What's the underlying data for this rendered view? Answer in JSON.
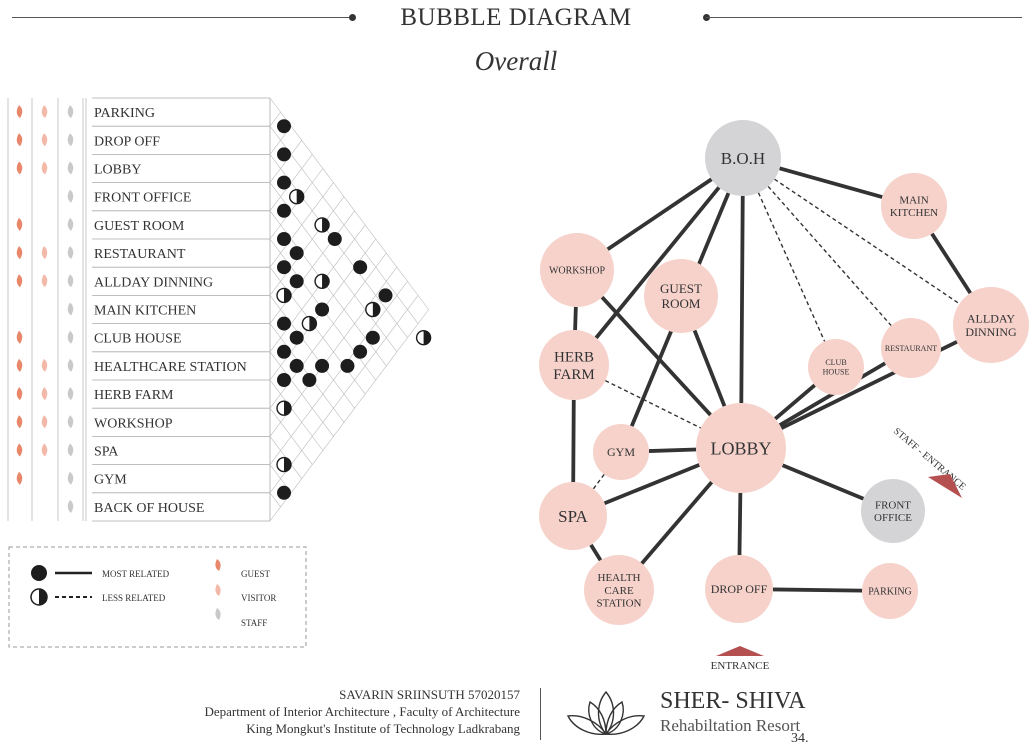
{
  "header": {
    "title": "BUBBLE DIAGRAM",
    "subtitle": "Overall"
  },
  "matrix": {
    "rows": [
      {
        "label": "PARKING",
        "guest": true,
        "visitor": true,
        "staff": true
      },
      {
        "label": "DROP OFF",
        "guest": true,
        "visitor": true,
        "staff": true
      },
      {
        "label": "LOBBY",
        "guest": true,
        "visitor": true,
        "staff": true
      },
      {
        "label": "FRONT OFFICE",
        "guest": false,
        "visitor": false,
        "staff": true
      },
      {
        "label": "GUEST ROOM",
        "guest": true,
        "visitor": false,
        "staff": true
      },
      {
        "label": "RESTAURANT",
        "guest": true,
        "visitor": true,
        "staff": true
      },
      {
        "label": "ALLDAY DINNING",
        "guest": true,
        "visitor": true,
        "staff": true
      },
      {
        "label": "MAIN KITCHEN",
        "guest": false,
        "visitor": false,
        "staff": true
      },
      {
        "label": "CLUB HOUSE",
        "guest": true,
        "visitor": false,
        "staff": true
      },
      {
        "label": "HEALTHCARE STATION",
        "guest": true,
        "visitor": true,
        "staff": true
      },
      {
        "label": "HERB FARM",
        "guest": true,
        "visitor": true,
        "staff": true
      },
      {
        "label": "WORKSHOP",
        "guest": true,
        "visitor": true,
        "staff": true
      },
      {
        "label": "SPA",
        "guest": true,
        "visitor": true,
        "staff": true
      },
      {
        "label": "GYM",
        "guest": true,
        "visitor": false,
        "staff": true
      },
      {
        "label": "BACK OF HOUSE",
        "guest": false,
        "visitor": false,
        "staff": true
      }
    ],
    "relations": [
      {
        "a": 0,
        "b": 1,
        "type": "most"
      },
      {
        "a": 1,
        "b": 2,
        "type": "most"
      },
      {
        "a": 2,
        "b": 3,
        "type": "most"
      },
      {
        "a": 2,
        "b": 4,
        "type": "less"
      },
      {
        "a": 3,
        "b": 4,
        "type": "most"
      },
      {
        "a": 4,
        "b": 5,
        "type": "most"
      },
      {
        "a": 2,
        "b": 6,
        "type": "less"
      },
      {
        "a": 4,
        "b": 6,
        "type": "most"
      },
      {
        "a": 2,
        "b": 7,
        "type": "most"
      },
      {
        "a": 5,
        "b": 6,
        "type": "most"
      },
      {
        "a": 4,
        "b": 8,
        "type": "less"
      },
      {
        "a": 5,
        "b": 7,
        "type": "most"
      },
      {
        "a": 6,
        "b": 7,
        "type": "less"
      },
      {
        "a": 7,
        "b": 8,
        "type": "most"
      },
      {
        "a": 2,
        "b": 9,
        "type": "most"
      },
      {
        "a": 5,
        "b": 9,
        "type": "most"
      },
      {
        "a": 6,
        "b": 9,
        "type": "less"
      },
      {
        "a": 7,
        "b": 9,
        "type": "most"
      },
      {
        "a": 8,
        "b": 9,
        "type": "most"
      },
      {
        "a": 9,
        "b": 10,
        "type": "most"
      },
      {
        "a": 2,
        "b": 11,
        "type": "most"
      },
      {
        "a": 7,
        "b": 11,
        "type": "most"
      },
      {
        "a": 8,
        "b": 11,
        "type": "most"
      },
      {
        "a": 10,
        "b": 11,
        "type": "less"
      },
      {
        "a": 5,
        "b": 12,
        "type": "most"
      },
      {
        "a": 6,
        "b": 12,
        "type": "most"
      },
      {
        "a": 2,
        "b": 14,
        "type": "less"
      },
      {
        "a": 4,
        "b": 12,
        "type": "most"
      },
      {
        "a": 3,
        "b": 11,
        "type": "less"
      },
      {
        "a": 8,
        "b": 10,
        "type": "most"
      },
      {
        "a": 12,
        "b": 13,
        "type": "less"
      },
      {
        "a": 13,
        "b": 14,
        "type": "most"
      }
    ]
  },
  "legend": {
    "most": "MOST RELATED",
    "less": "LESS RELATED",
    "guest": "GUEST",
    "visitor": "VISITOR",
    "staff": "STAFF"
  },
  "diagram": {
    "nodes": [
      {
        "id": "boh",
        "lines": [
          "B.O.H"
        ],
        "fill": "gray",
        "fs": 17
      },
      {
        "id": "mainkitchen",
        "lines": [
          "MAIN",
          "KITCHEN"
        ],
        "fill": "pink",
        "fs": 11
      },
      {
        "id": "workshop",
        "lines": [
          "WORKSHOP"
        ],
        "fill": "pink",
        "fs": 10
      },
      {
        "id": "guestroom",
        "lines": [
          "GUEST",
          "ROOM"
        ],
        "fill": "pink",
        "fs": 13
      },
      {
        "id": "alldaydinning",
        "lines": [
          "ALLDAY",
          "DINNING"
        ],
        "fill": "pink",
        "fs": 12
      },
      {
        "id": "herbfarm",
        "lines": [
          "HERB",
          "FARM"
        ],
        "fill": "pink",
        "fs": 15
      },
      {
        "id": "clubhouse",
        "lines": [
          "CLUB",
          "HOUSE"
        ],
        "fill": "pink",
        "fs": 8
      },
      {
        "id": "restaurant",
        "lines": [
          "RESTAURANT"
        ],
        "fill": "pink",
        "fs": 8
      },
      {
        "id": "gym",
        "lines": [
          "GYM"
        ],
        "fill": "pink",
        "fs": 12
      },
      {
        "id": "lobby",
        "lines": [
          "LOBBY"
        ],
        "fill": "pink",
        "fs": 18
      },
      {
        "id": "spa",
        "lines": [
          "SPA"
        ],
        "fill": "pink",
        "fs": 17
      },
      {
        "id": "frontoffice",
        "lines": [
          "FRONT",
          "OFFICE"
        ],
        "fill": "gray",
        "fs": 11
      },
      {
        "id": "healthcare",
        "lines": [
          "HEALTH",
          "CARE",
          "STATION"
        ],
        "fill": "pink",
        "fs": 11
      },
      {
        "id": "dropoff",
        "lines": [
          "DROP OFF"
        ],
        "fill": "pink",
        "fs": 12
      },
      {
        "id": "parking",
        "lines": [
          "PARKING"
        ],
        "fill": "pink",
        "fs": 10
      }
    ],
    "edges": [
      {
        "a": "boh",
        "b": "mainkitchen",
        "type": "most"
      },
      {
        "a": "mainkitchen",
        "b": "alldaydinning",
        "type": "most"
      },
      {
        "a": "boh",
        "b": "workshop",
        "type": "most"
      },
      {
        "a": "boh",
        "b": "herbfarm",
        "type": "most"
      },
      {
        "a": "boh",
        "b": "lobby",
        "type": "most"
      },
      {
        "a": "boh",
        "b": "gym",
        "type": "most"
      },
      {
        "a": "boh",
        "b": "clubhouse",
        "type": "less"
      },
      {
        "a": "boh",
        "b": "restaurant",
        "type": "less"
      },
      {
        "a": "boh",
        "b": "alldaydinning",
        "type": "less"
      },
      {
        "a": "workshop",
        "b": "herbfarm",
        "type": "most"
      },
      {
        "a": "workshop",
        "b": "lobby",
        "type": "most"
      },
      {
        "a": "guestroom",
        "b": "lobby",
        "type": "most"
      },
      {
        "a": "herbfarm",
        "b": "lobby",
        "type": "less"
      },
      {
        "a": "herbfarm",
        "b": "spa",
        "type": "most"
      },
      {
        "a": "clubhouse",
        "b": "lobby",
        "type": "most"
      },
      {
        "a": "restaurant",
        "b": "lobby",
        "type": "most"
      },
      {
        "a": "alldaydinning",
        "b": "lobby",
        "type": "most"
      },
      {
        "a": "gym",
        "b": "lobby",
        "type": "most"
      },
      {
        "a": "gym",
        "b": "spa",
        "type": "less"
      },
      {
        "a": "spa",
        "b": "lobby",
        "type": "most"
      },
      {
        "a": "spa",
        "b": "healthcare",
        "type": "most"
      },
      {
        "a": "healthcare",
        "b": "lobby",
        "type": "most"
      },
      {
        "a": "lobby",
        "b": "frontoffice",
        "type": "most"
      },
      {
        "a": "lobby",
        "b": "dropoff",
        "type": "most"
      },
      {
        "a": "dropoff",
        "b": "parking",
        "type": "most"
      }
    ],
    "staff_entrance": "STAFF - ENTRANCE",
    "entrance": "ENTRANCE"
  },
  "footer": {
    "author": "SAVARIN SRIINSUTH  57020157",
    "department": "Department of Interior Architecture , Faculty of Architecture",
    "institute": "King Mongkut's Institute of Technology Ladkrabang",
    "brand": "SHER- SHIVA",
    "brand_sub": "Rehabiltation Resort",
    "page": "34."
  },
  "colors": {
    "guest": "#e8876a",
    "visitor": "#f3b9a8",
    "staff": "#c9c9c9",
    "bubble_pink": "#f6d2cb",
    "bubble_gray": "#d4d4d6",
    "line": "#333333",
    "arrow": "#b55050"
  }
}
